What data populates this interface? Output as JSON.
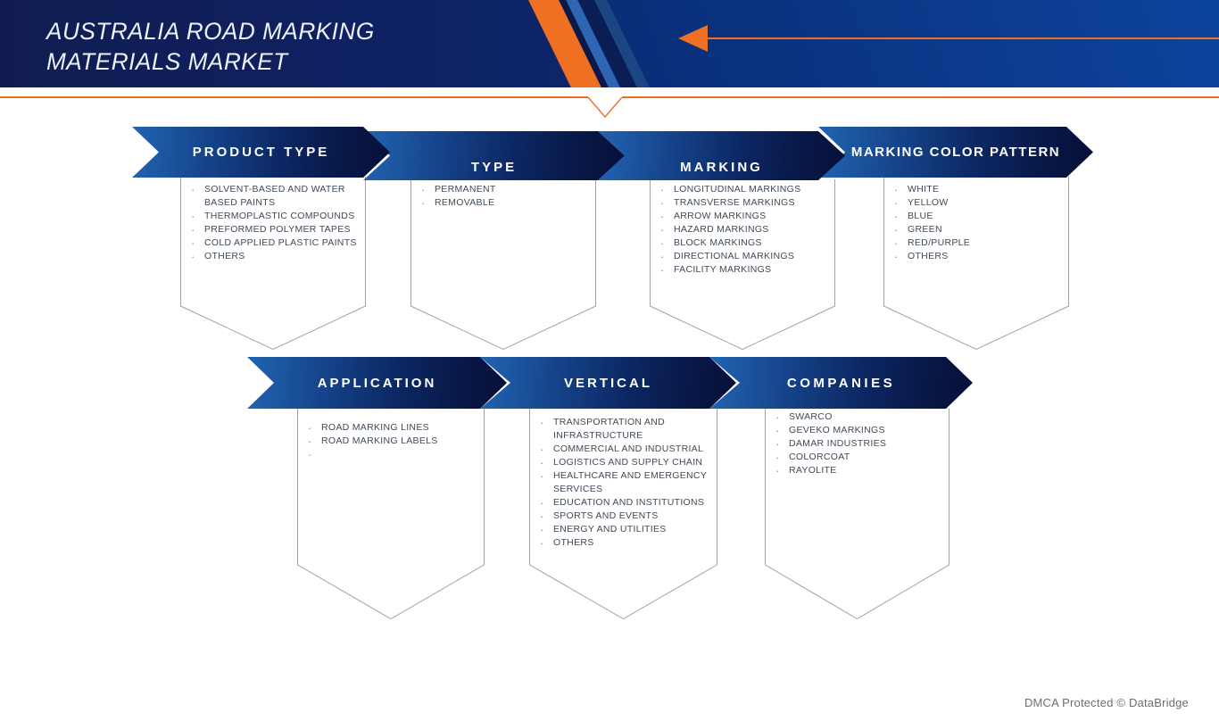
{
  "header": {
    "title_line1": "AUSTRALIA ROAD MARKING",
    "title_line2": "MATERIALS MARKET"
  },
  "colors": {
    "accent_orange": "#EF7023",
    "banner_blue_light": "#2264B2",
    "banner_navy_dark": "#070F38",
    "header_navy": "#111D52",
    "header_blue": "#0C47A2",
    "list_text": "#3F4A57",
    "outline_gray": "#A3A3A3",
    "footer_gray": "#6E6E6E"
  },
  "icons": {
    "header_arrow": "left-arrow",
    "separator_chevron": "chevron-down"
  },
  "rows": [
    {
      "segments": [
        {
          "title": "PRODUCT TYPE",
          "items": [
            "SOLVENT-BASED AND WATER BASED PAINTS",
            "THERMOPLASTIC COMPOUNDS",
            "PREFORMED POLYMER TAPES",
            "COLD APPLIED PLASTIC PAINTS",
            "OTHERS"
          ]
        },
        {
          "title": "TYPE",
          "items": [
            "PERMANENT",
            "REMOVABLE"
          ]
        },
        {
          "title": "MARKING",
          "items": [
            "LONGITUDINAL MARKINGS",
            "TRANSVERSE MARKINGS",
            "ARROW MARKINGS",
            "HAZARD MARKINGS",
            "BLOCK MARKINGS",
            "DIRECTIONAL MARKINGS",
            "FACILITY MARKINGS"
          ]
        },
        {
          "title": "MARKING COLOR PATTERN",
          "items": [
            "WHITE",
            "YELLOW",
            "BLUE",
            "GREEN",
            "RED/PURPLE",
            "OTHERS"
          ]
        }
      ]
    },
    {
      "segments": [
        {
          "title": "APPLICATION",
          "items": [
            "ROAD MARKING LINES",
            "ROAD MARKING LABELS",
            ""
          ]
        },
        {
          "title": "VERTICAL",
          "items": [
            "TRANSPORTATION AND INFRASTRUCTURE",
            "COMMERCIAL AND INDUSTRIAL",
            "LOGISTICS AND SUPPLY CHAIN",
            "HEALTHCARE AND EMERGENCY SERVICES",
            "EDUCATION AND INSTITUTIONS",
            "SPORTS AND EVENTS",
            "ENERGY AND UTILITIES",
            "OTHERS"
          ]
        },
        {
          "title": "COMPANIES",
          "items": [
            "SWARCO",
            "GEVEKO MARKINGS",
            "DAMAR INDUSTRIES",
            "COLORCOAT",
            "RAYOLITE"
          ]
        }
      ]
    }
  ],
  "footer": {
    "dmca": "DMCA Protected © DataBridge"
  }
}
